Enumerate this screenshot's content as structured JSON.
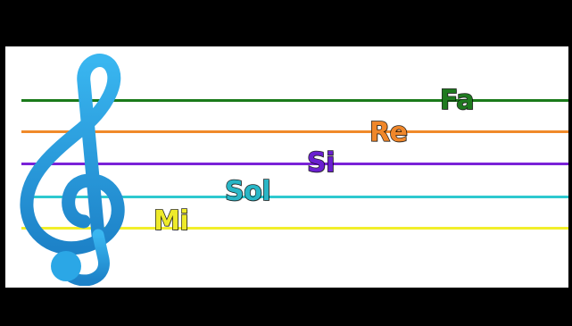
{
  "colors": {
    "background": "#ffffff",
    "letterbox": "#000000",
    "clef": "#2ba7e6"
  },
  "staff": {
    "lines": [
      {
        "color": "#1a7a1a"
      },
      {
        "color": "#f08a2a"
      },
      {
        "color": "#7a22d8"
      },
      {
        "color": "#2ec9cf"
      },
      {
        "color": "#f2ef2a"
      }
    ]
  },
  "notes": [
    {
      "label": "Fa",
      "color": "#1f7a1f"
    },
    {
      "label": "Re",
      "color": "#f0872a"
    },
    {
      "label": "Si",
      "color": "#6a1fd0"
    },
    {
      "label": "Sol",
      "color": "#29b6c6"
    },
    {
      "label": "Mi",
      "color": "#eeea2a"
    }
  ],
  "icons": {
    "clef": "treble-clef-icon"
  }
}
